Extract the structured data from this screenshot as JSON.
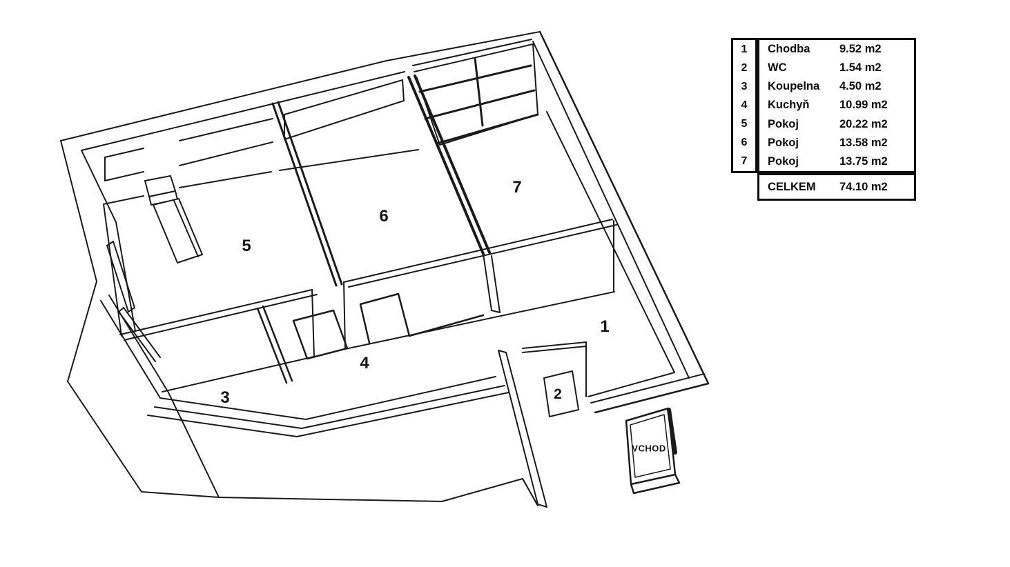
{
  "plan": {
    "entrance_label": "VCHOD",
    "room_labels": [
      {
        "id": "1",
        "number": "1"
      },
      {
        "id": "2",
        "number": "2"
      },
      {
        "id": "3",
        "number": "3"
      },
      {
        "id": "4",
        "number": "4"
      },
      {
        "id": "5",
        "number": "5"
      },
      {
        "id": "6",
        "number": "6"
      },
      {
        "id": "7",
        "number": "7"
      }
    ]
  },
  "legend": {
    "rows": [
      {
        "number": "1",
        "name": "Chodba",
        "area": "9.52 m2"
      },
      {
        "number": "2",
        "name": "WC",
        "area": "1.54 m2"
      },
      {
        "number": "3",
        "name": "Koupelna",
        "area": "4.50 m2"
      },
      {
        "number": "4",
        "name": "Kuchyň",
        "area": "10.99 m2"
      },
      {
        "number": "5",
        "name": "Pokoj",
        "area": "20.22 m2"
      },
      {
        "number": "6",
        "name": "Pokoj",
        "area": "13.58 m2"
      },
      {
        "number": "7",
        "name": "Pokoj",
        "area": "13.75 m2"
      }
    ],
    "total": {
      "label": "CELKEM",
      "area": "74.10 m2"
    }
  },
  "colors": {
    "line": "#1a1a1a",
    "background": "#ffffff"
  }
}
